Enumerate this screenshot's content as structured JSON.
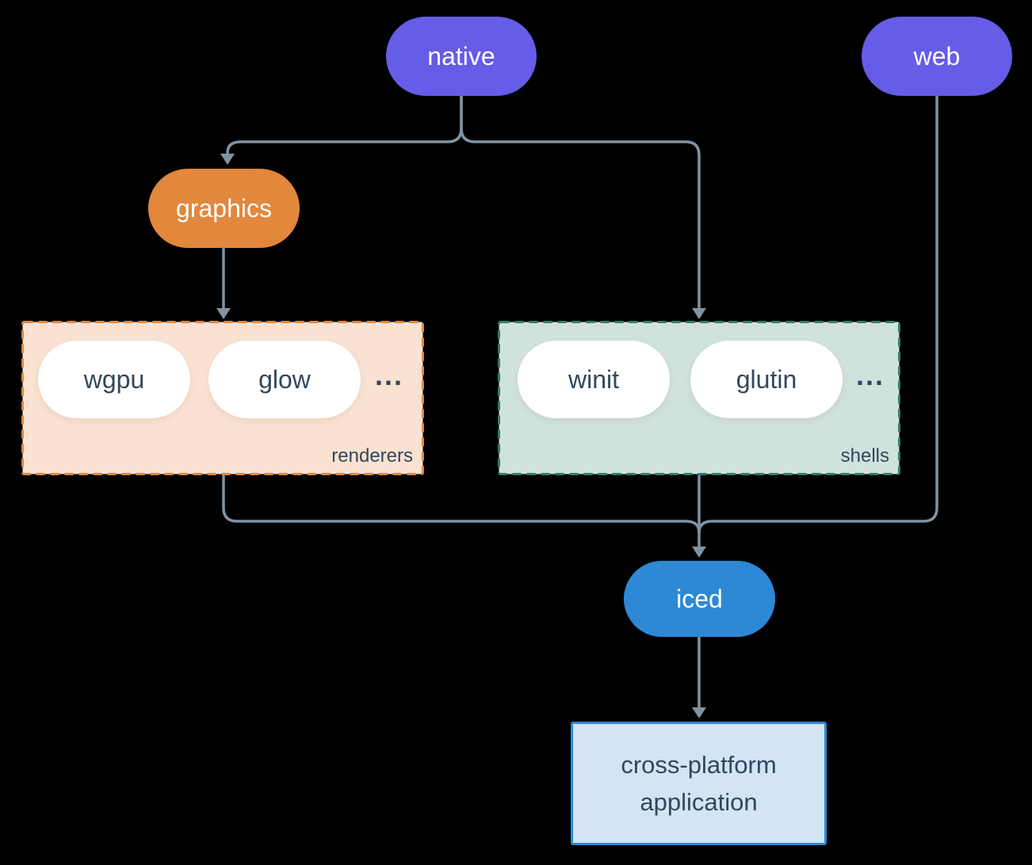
{
  "nodes": {
    "native": {
      "label": "native"
    },
    "web": {
      "label": "web"
    },
    "graphics": {
      "label": "graphics"
    },
    "iced": {
      "label": "iced"
    },
    "application": {
      "line1": "cross-platform",
      "line2": "application"
    }
  },
  "groups": {
    "renderers": {
      "label": "renderers",
      "items": [
        "wgpu",
        "glow"
      ],
      "ellipsis": "..."
    },
    "shells": {
      "label": "shells",
      "items": [
        "winit",
        "glutin"
      ],
      "ellipsis": "..."
    }
  },
  "colors": {
    "background": "#000000",
    "purple": "#655ce8",
    "orange": "#e2873c",
    "blue": "#2d89d6",
    "renderers_bg": "#f9e2d2",
    "renderers_border": "#e2873c",
    "shells_bg": "#d0e2dc",
    "shells_border": "#2f7d6d",
    "application_bg": "#d2e4f6",
    "application_border": "#2d89d6",
    "pill_bg": "#ffffff",
    "text_light": "#ffffff",
    "text_dark": "#33475a",
    "line": "#8093a3"
  }
}
